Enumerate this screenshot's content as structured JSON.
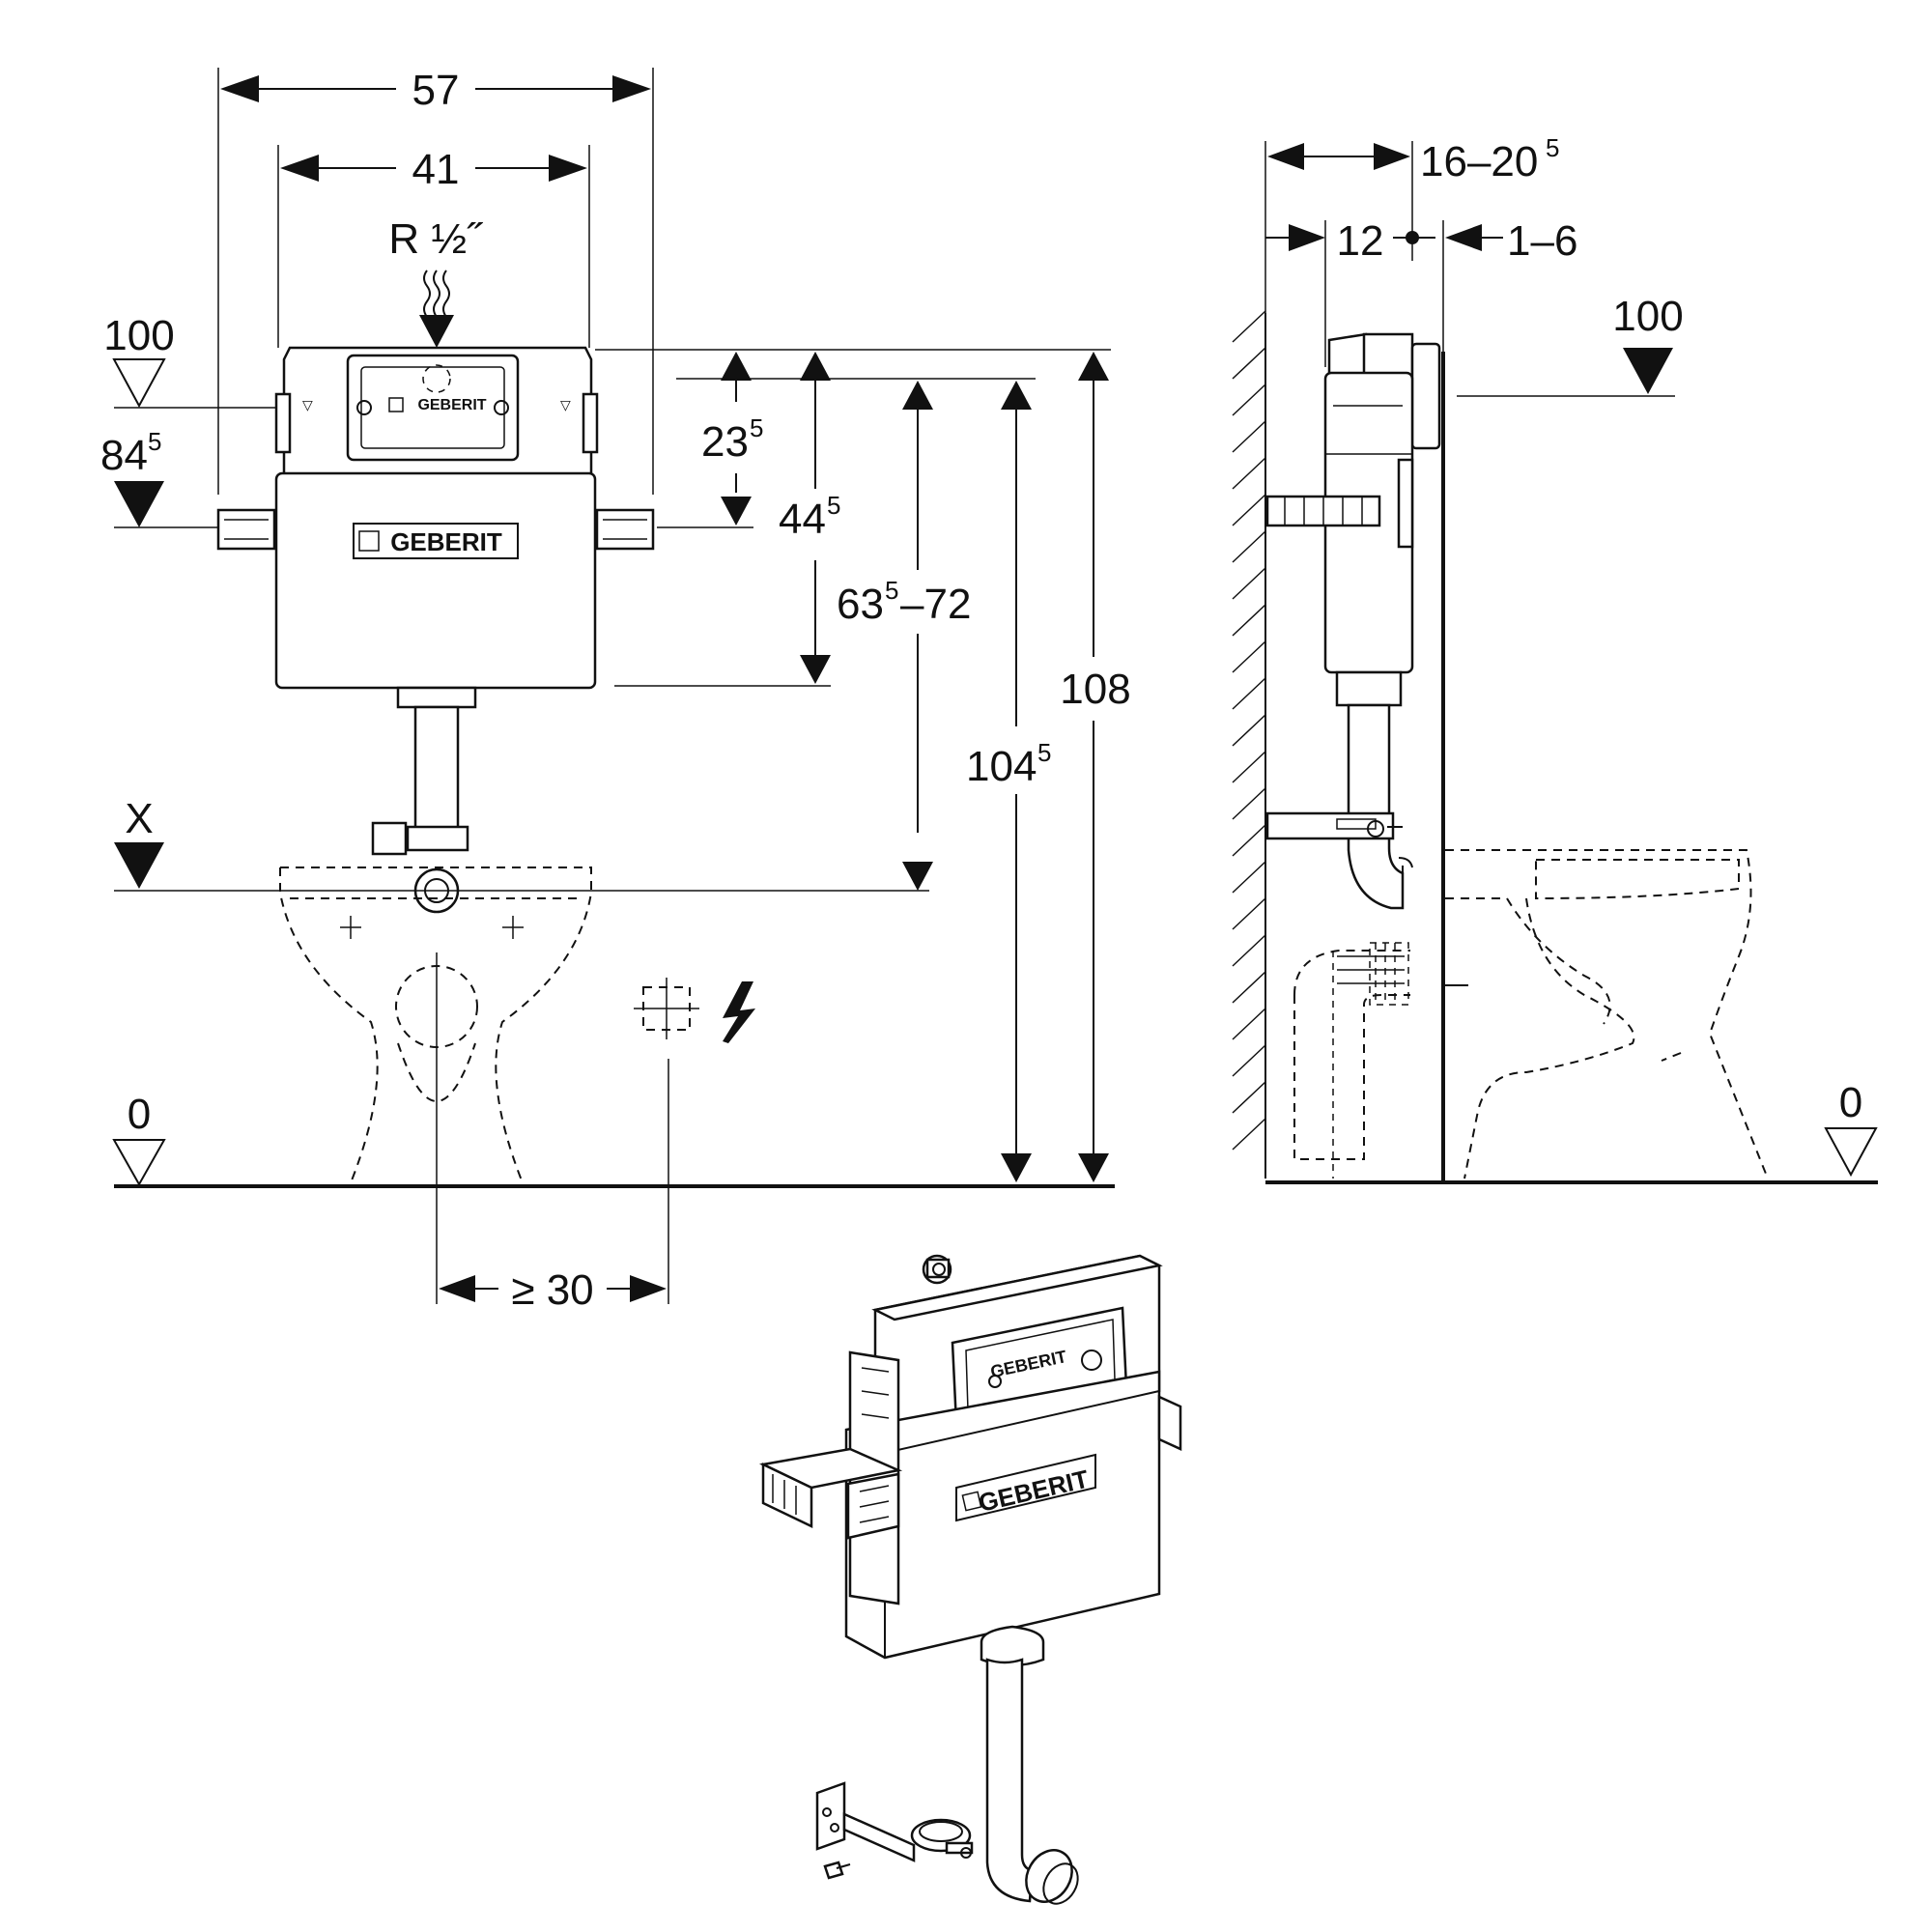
{
  "front_view": {
    "dim_width_outer": "57",
    "dim_width_inner": "41",
    "water_connection": "R ½˝",
    "level_100": "100",
    "level_84": "84",
    "level_84_sup": "5",
    "dim_23": "23",
    "dim_23_sup": "5",
    "dim_44": "44",
    "dim_44_sup": "5",
    "dim_63": "63",
    "dim_63_sup": "5",
    "dim_63_suffix": "–72",
    "dim_104": "104",
    "dim_104_sup": "5",
    "dim_108": "108",
    "level_x": "X",
    "level_0": "0",
    "dim_min_30": "≥ 30",
    "brand_plate": "GEBERIT",
    "brand_cistern": "GEBERIT"
  },
  "side_view": {
    "dim_16": "16–20",
    "dim_16_sup": "5",
    "dim_12": "12",
    "dim_1_6": "1–6",
    "level_100": "100",
    "level_0": "0"
  },
  "iso_view": {
    "brand_plate": "GEBERIT",
    "brand_cistern": "GEBERIT"
  },
  "icons": {
    "electrical": "lightning-bolt",
    "water_inlet": "wavy-arrow"
  }
}
